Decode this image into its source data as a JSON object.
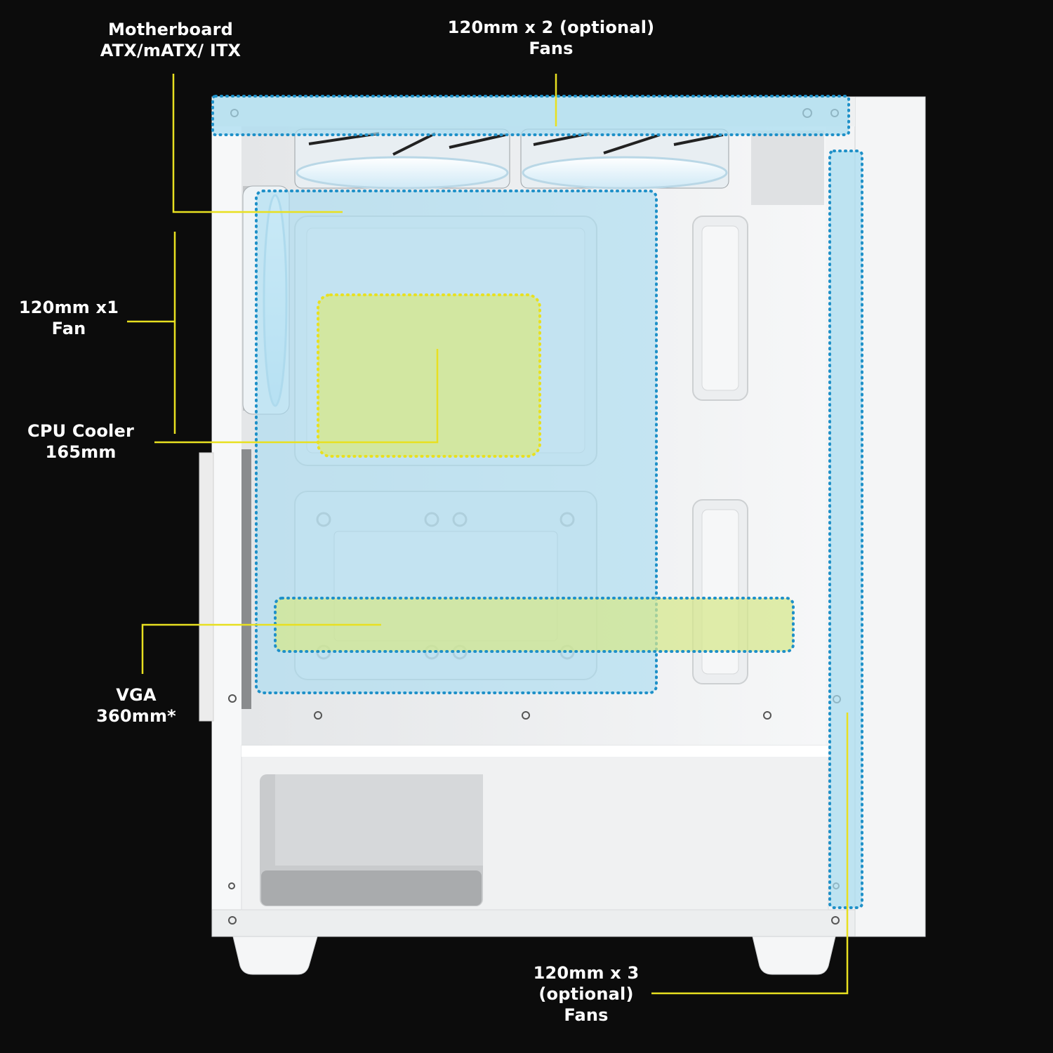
{
  "labels": {
    "motherboard": {
      "line1": "Motherboard",
      "line2": "ATX/mATX/ ITX"
    },
    "top_fans": {
      "line1": "120mm x 2 (optional)",
      "line2": "Fans"
    },
    "rear_fan": {
      "line1": "120mm x1",
      "line2": "Fan"
    },
    "cpu_cooler": {
      "line1": "CPU Cooler",
      "line2": "165mm"
    },
    "vga": {
      "line1": "VGA",
      "line2": "360mm*"
    },
    "front_fans": {
      "line1": "120mm x 3",
      "line2": "(optional)",
      "line3": "Fans"
    }
  },
  "colors": {
    "background": "#0c0c0c",
    "case_white": "#f2f3f4",
    "leader_line": "#e8e020",
    "zone_border": "#1e90c8",
    "zone_fill": "#a8dcf0",
    "gpu_zone_fill": "#d6e88a",
    "cpu_zone_border": "#e8e020"
  }
}
